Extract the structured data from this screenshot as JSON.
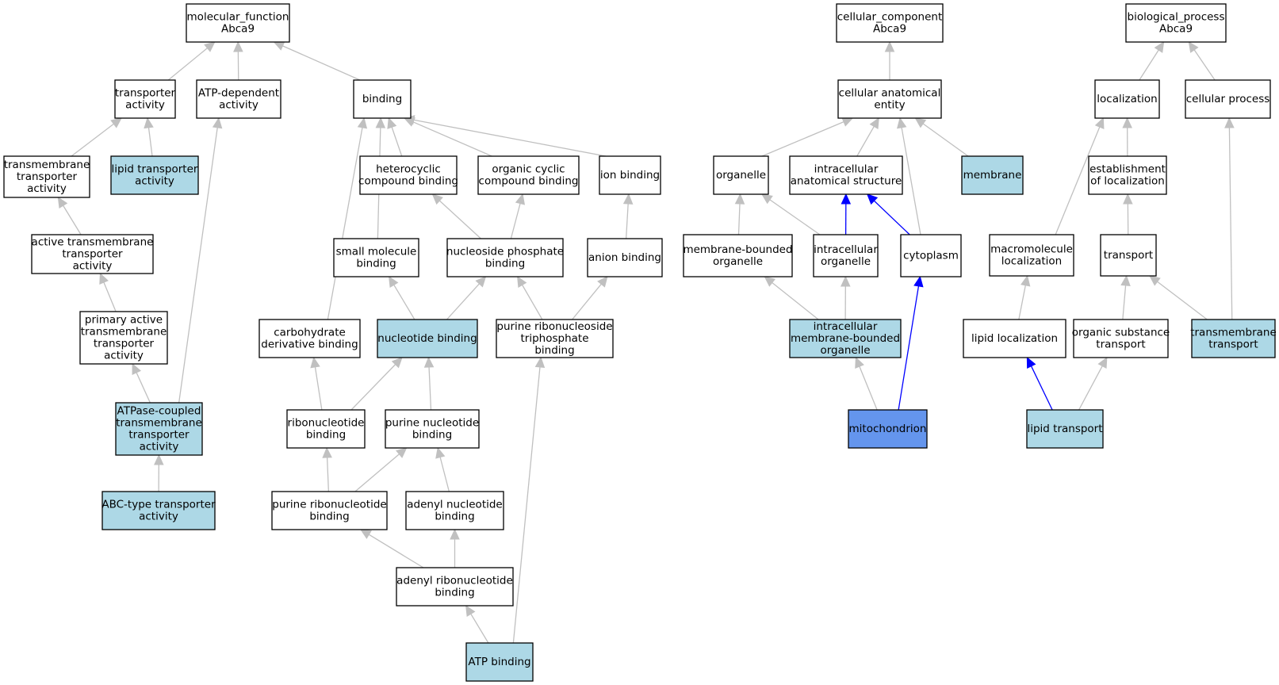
{
  "colors": {
    "node_default": "#ffffff",
    "node_highlight": "#add8e6",
    "node_focus": "#6495ed",
    "edge_default": "#c0c0c0",
    "edge_highlight": "#0000ff"
  },
  "nodes": {
    "mf": {
      "lines": [
        "molecular_function",
        "Abca9"
      ],
      "style": "default"
    },
    "ta": {
      "lines": [
        "transporter",
        "activity"
      ],
      "style": "default"
    },
    "atpdep": {
      "lines": [
        "ATP-dependent",
        "activity"
      ],
      "style": "default"
    },
    "binding": {
      "lines": [
        "binding"
      ],
      "style": "default"
    },
    "tmta": {
      "lines": [
        "transmembrane",
        "transporter",
        "activity"
      ],
      "style": "default"
    },
    "lipta": {
      "lines": [
        "lipid transporter",
        "activity"
      ],
      "style": "highlight"
    },
    "hetero": {
      "lines": [
        "heterocyclic",
        "compound binding"
      ],
      "style": "default"
    },
    "orgcyc": {
      "lines": [
        "organic cyclic",
        "compound binding"
      ],
      "style": "default"
    },
    "ionb": {
      "lines": [
        "ion binding"
      ],
      "style": "default"
    },
    "acttm": {
      "lines": [
        "active transmembrane",
        "transporter",
        "activity"
      ],
      "style": "default"
    },
    "smallmol": {
      "lines": [
        "small molecule",
        "binding"
      ],
      "style": "default"
    },
    "nucphos": {
      "lines": [
        "nucleoside phosphate",
        "binding"
      ],
      "style": "default"
    },
    "anion": {
      "lines": [
        "anion binding"
      ],
      "style": "default"
    },
    "primact": {
      "lines": [
        "primary active",
        "transmembrane",
        "transporter",
        "activity"
      ],
      "style": "default"
    },
    "carbo": {
      "lines": [
        "carbohydrate",
        "derivative binding"
      ],
      "style": "default"
    },
    "nucb": {
      "lines": [
        "nucleotide binding"
      ],
      "style": "highlight"
    },
    "purtri": {
      "lines": [
        "purine ribonucleoside",
        "triphosphate",
        "binding"
      ],
      "style": "default"
    },
    "atpase": {
      "lines": [
        "ATPase-coupled",
        "transmembrane",
        "transporter",
        "activity"
      ],
      "style": "highlight"
    },
    "ribonuc": {
      "lines": [
        "ribonucleotide",
        "binding"
      ],
      "style": "default"
    },
    "purnuc": {
      "lines": [
        "purine nucleotide",
        "binding"
      ],
      "style": "default"
    },
    "abc": {
      "lines": [
        "ABC-type transporter",
        "activity"
      ],
      "style": "highlight"
    },
    "purribo": {
      "lines": [
        "purine ribonucleotide",
        "binding"
      ],
      "style": "default"
    },
    "adenyl": {
      "lines": [
        "adenyl nucleotide",
        "binding"
      ],
      "style": "default"
    },
    "adenylribo": {
      "lines": [
        "adenyl ribonucleotide",
        "binding"
      ],
      "style": "default"
    },
    "atpb": {
      "lines": [
        "ATP binding"
      ],
      "style": "highlight"
    },
    "cc": {
      "lines": [
        "cellular_component",
        "Abca9"
      ],
      "style": "default"
    },
    "cae": {
      "lines": [
        "cellular anatomical",
        "entity"
      ],
      "style": "default"
    },
    "organelle": {
      "lines": [
        "organelle"
      ],
      "style": "default"
    },
    "ias": {
      "lines": [
        "intracellular",
        "anatomical structure"
      ],
      "style": "default"
    },
    "membrane": {
      "lines": [
        "membrane"
      ],
      "style": "highlight"
    },
    "mbo": {
      "lines": [
        "membrane-bounded",
        "organelle"
      ],
      "style": "default"
    },
    "io": {
      "lines": [
        "intracellular",
        "organelle"
      ],
      "style": "default"
    },
    "cyto": {
      "lines": [
        "cytoplasm"
      ],
      "style": "default"
    },
    "imbo": {
      "lines": [
        "intracellular",
        "membrane-bounded",
        "organelle"
      ],
      "style": "highlight"
    },
    "mito": {
      "lines": [
        "mitochondrion"
      ],
      "style": "focus"
    },
    "bp": {
      "lines": [
        "biological_process",
        "Abca9"
      ],
      "style": "default"
    },
    "loc": {
      "lines": [
        "localization"
      ],
      "style": "default"
    },
    "cellproc": {
      "lines": [
        "cellular process"
      ],
      "style": "default"
    },
    "estloc": {
      "lines": [
        "establishment",
        "of localization"
      ],
      "style": "default"
    },
    "macroloc": {
      "lines": [
        "macromolecule",
        "localization"
      ],
      "style": "default"
    },
    "transport": {
      "lines": [
        "transport"
      ],
      "style": "default"
    },
    "liploc": {
      "lines": [
        "lipid localization"
      ],
      "style": "default"
    },
    "orgsub": {
      "lines": [
        "organic substance",
        "transport"
      ],
      "style": "default"
    },
    "tmtrans": {
      "lines": [
        "transmembrane",
        "transport"
      ],
      "style": "highlight"
    },
    "liptrans": {
      "lines": [
        "lipid transport"
      ],
      "style": "highlight"
    }
  },
  "edges": [
    {
      "from": "ta",
      "to": "mf",
      "style": "default"
    },
    {
      "from": "atpdep",
      "to": "mf",
      "style": "default"
    },
    {
      "from": "binding",
      "to": "mf",
      "style": "default"
    },
    {
      "from": "tmta",
      "to": "ta",
      "style": "default"
    },
    {
      "from": "lipta",
      "to": "ta",
      "style": "default"
    },
    {
      "from": "acttm",
      "to": "tmta",
      "style": "default"
    },
    {
      "from": "primact",
      "to": "acttm",
      "style": "default"
    },
    {
      "from": "atpase",
      "to": "primact",
      "style": "default"
    },
    {
      "from": "atpase",
      "to": "atpdep",
      "style": "default"
    },
    {
      "from": "abc",
      "to": "atpase",
      "style": "default"
    },
    {
      "from": "hetero",
      "to": "binding",
      "style": "default"
    },
    {
      "from": "orgcyc",
      "to": "binding",
      "style": "default"
    },
    {
      "from": "ionb",
      "to": "binding",
      "style": "default"
    },
    {
      "from": "smallmol",
      "to": "binding",
      "style": "default"
    },
    {
      "from": "carbo",
      "to": "binding",
      "style": "default"
    },
    {
      "from": "nucphos",
      "to": "hetero",
      "style": "default"
    },
    {
      "from": "nucphos",
      "to": "orgcyc",
      "style": "default"
    },
    {
      "from": "anion",
      "to": "ionb",
      "style": "default"
    },
    {
      "from": "nucb",
      "to": "smallmol",
      "style": "default"
    },
    {
      "from": "nucb",
      "to": "nucphos",
      "style": "default"
    },
    {
      "from": "purtri",
      "to": "nucphos",
      "style": "default"
    },
    {
      "from": "purtri",
      "to": "anion",
      "style": "default"
    },
    {
      "from": "ribonuc",
      "to": "carbo",
      "style": "default"
    },
    {
      "from": "ribonuc",
      "to": "nucb",
      "style": "default"
    },
    {
      "from": "purnuc",
      "to": "nucb",
      "style": "default"
    },
    {
      "from": "purribo",
      "to": "ribonuc",
      "style": "default"
    },
    {
      "from": "purribo",
      "to": "purnuc",
      "style": "default"
    },
    {
      "from": "adenyl",
      "to": "purnuc",
      "style": "default"
    },
    {
      "from": "adenylribo",
      "to": "purribo",
      "style": "default"
    },
    {
      "from": "adenylribo",
      "to": "adenyl",
      "style": "default"
    },
    {
      "from": "atpb",
      "to": "adenylribo",
      "style": "default"
    },
    {
      "from": "atpb",
      "to": "purtri",
      "style": "default"
    },
    {
      "from": "cae",
      "to": "cc",
      "style": "default"
    },
    {
      "from": "organelle",
      "to": "cae",
      "style": "default"
    },
    {
      "from": "ias",
      "to": "cae",
      "style": "default"
    },
    {
      "from": "membrane",
      "to": "cae",
      "style": "default"
    },
    {
      "from": "cyto",
      "to": "cae",
      "style": "default"
    },
    {
      "from": "mbo",
      "to": "organelle",
      "style": "default"
    },
    {
      "from": "io",
      "to": "organelle",
      "style": "default"
    },
    {
      "from": "io",
      "to": "ias",
      "style": "highlight"
    },
    {
      "from": "cyto",
      "to": "ias",
      "style": "highlight"
    },
    {
      "from": "imbo",
      "to": "mbo",
      "style": "default"
    },
    {
      "from": "imbo",
      "to": "io",
      "style": "default"
    },
    {
      "from": "mito",
      "to": "imbo",
      "style": "default"
    },
    {
      "from": "mito",
      "to": "cyto",
      "style": "highlight"
    },
    {
      "from": "loc",
      "to": "bp",
      "style": "default"
    },
    {
      "from": "cellproc",
      "to": "bp",
      "style": "default"
    },
    {
      "from": "estloc",
      "to": "loc",
      "style": "default"
    },
    {
      "from": "macroloc",
      "to": "loc",
      "style": "default"
    },
    {
      "from": "transport",
      "to": "estloc",
      "style": "default"
    },
    {
      "from": "liploc",
      "to": "macroloc",
      "style": "default"
    },
    {
      "from": "orgsub",
      "to": "transport",
      "style": "default"
    },
    {
      "from": "tmtrans",
      "to": "transport",
      "style": "default"
    },
    {
      "from": "tmtrans",
      "to": "cellproc",
      "style": "default"
    },
    {
      "from": "liptrans",
      "to": "liploc",
      "style": "highlight"
    },
    {
      "from": "liptrans",
      "to": "orgsub",
      "style": "default"
    }
  ]
}
